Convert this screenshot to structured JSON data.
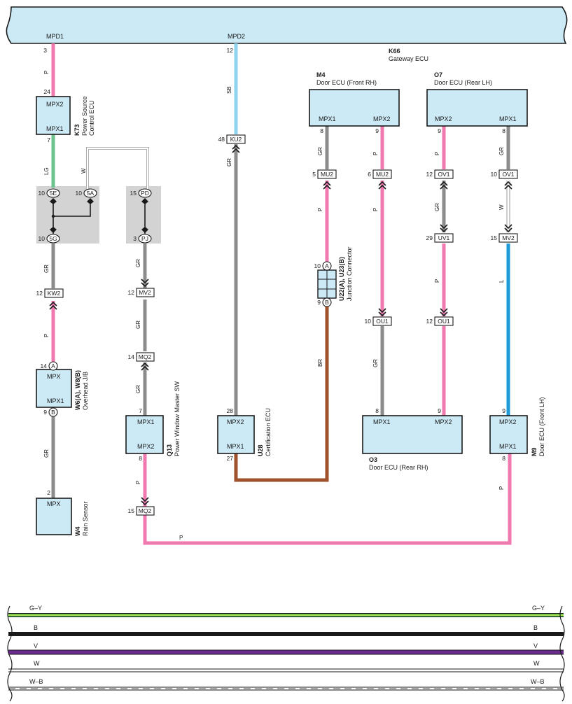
{
  "gateway": {
    "code": "K66",
    "name": "Gateway ECU",
    "pin_mpd1": "MPD1",
    "pin_mpd2": "MPD2"
  },
  "ecus": {
    "k73": {
      "code": "K73",
      "name_line1": "Power Source",
      "name_line2": "Control ECU",
      "pin_top": "MPX2",
      "pin_bot": "MPX1"
    },
    "w6": {
      "code": "W6(A), W8(B)",
      "name": "Overhead J/B",
      "pin_top": "MPX",
      "pin_bot": "MPX1"
    },
    "w4": {
      "code": "W4",
      "name": "Rain Sensor",
      "pin": "MPX"
    },
    "q13": {
      "code": "Q13",
      "name": "Power Window Master SW",
      "pin_top": "MPX1",
      "pin_bot": "MPX2"
    },
    "u28": {
      "code": "U28",
      "name": "Certification ECU",
      "pin_top": "MPX2",
      "pin_bot": "MPX1"
    },
    "u22": {
      "code": "U22(A), U23(B)",
      "name": "Junction Connector",
      "pin_a": "A",
      "pin_b": "B"
    },
    "m4": {
      "code": "M4",
      "name": "Door ECU (Front RH)",
      "pin_l": "MPX1",
      "pin_r": "MPX2"
    },
    "o7": {
      "code": "O7",
      "name": "Door ECU (Rear LH)",
      "pin_l": "MPX2",
      "pin_r": "MPX1"
    },
    "o3": {
      "code": "O3",
      "name": "Door ECU (Rear RH)",
      "pin_l": "MPX1",
      "pin_r": "MPX2"
    },
    "m9": {
      "code": "M9",
      "name": "Door ECU (Front LH)",
      "pin_top": "MPX2",
      "pin_bot": "MPX1"
    }
  },
  "connectors": {
    "c5e": "5E",
    "c5a": "5A",
    "cpd": "PD",
    "c5g": "5G",
    "cpj": "PJ",
    "kw2": "KW2",
    "mv2a": "MV2",
    "mq2a": "MQ2",
    "mq2b": "MQ2",
    "ku2": "KU2",
    "mu2a": "MU2",
    "mu2b": "MU2",
    "ov1a": "OV1",
    "ov1b": "OV1",
    "uv1": "UV1",
    "mv2b": "MV2",
    "ou1a": "OU1",
    "ou1b": "OU1",
    "ca": "A",
    "cb": "B",
    "ca2": "A",
    "cb2": "B"
  },
  "pins": {
    "p3": "3",
    "p24": "24",
    "p7a": "7",
    "p10a": "10",
    "p10b": "10",
    "p15a": "15",
    "p10c": "10",
    "p3b": "3",
    "p12a": "12",
    "p12b": "12",
    "p14a": "14",
    "p14b": "14",
    "p9a": "9",
    "p2": "2",
    "p7b": "7",
    "p8a": "8",
    "p15b": "15",
    "p12c": "12",
    "p48": "48",
    "p28": "28",
    "p27": "27",
    "p8b": "8",
    "p9b": "9",
    "p5": "5",
    "p6": "6",
    "p10d": "10",
    "p9c": "9",
    "p10e": "10",
    "p8c": "8",
    "p9d": "9",
    "p9e": "9",
    "p8d": "8",
    "p12d": "12",
    "p10f": "10",
    "p29": "29",
    "p15c": "15",
    "p12e": "12",
    "p9f": "9",
    "p8e": "8"
  },
  "wire_colors": {
    "w1": "P",
    "w2": "LG",
    "w3": "W",
    "w4": "GR",
    "w5": "P",
    "w6": "GR",
    "w7": "GR",
    "w8": "GR",
    "w9": "GR",
    "w10": "P",
    "w11": "SB",
    "w12": "GR",
    "w13": "P",
    "w14": "BR",
    "w15": "GR",
    "w16": "P",
    "w17": "GR",
    "w18": "P",
    "w19": "GR",
    "w20": "P",
    "w21": "GR",
    "w22": "W",
    "w23": "L",
    "w24": "P",
    "w25": "P"
  },
  "legend": [
    {
      "label": "G–Y",
      "color": "#3cb043"
    },
    {
      "label": "B",
      "color": "#1a1a1a"
    },
    {
      "label": "V",
      "color": "#6a2c8e"
    },
    {
      "label": "W",
      "color": "#ffffff"
    },
    {
      "label": "W–B",
      "color": "#ffffff"
    }
  ],
  "colors": {
    "pink": "#f07ab0",
    "gray": "#8c8c8c",
    "green": "#6cc38e",
    "skyblue": "#8fd3ee",
    "brown": "#a0522d",
    "blue": "#1e9bd7",
    "ecu_fill": "#cceaf6",
    "jb_fill": "#d3d3d3"
  }
}
